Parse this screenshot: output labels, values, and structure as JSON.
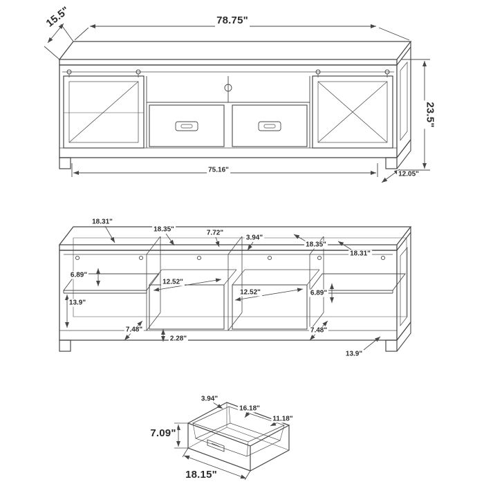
{
  "console_overview": {
    "overall_width": "78.75\"",
    "overall_depth": "15.5\"",
    "overall_height": "23.5\"",
    "base_width": "75.16\"",
    "base_depth": "12.05\""
  },
  "console_interior": {
    "top_dims": [
      "18.31\"",
      "18.35\"",
      "7.72\"",
      "3.94\"",
      "18.35\"",
      "18.31\""
    ],
    "left_shelf_gap": "6.89\"",
    "left_drawer_width": "12.52\"",
    "right_drawer_width": "12.52\"",
    "right_shelf_gap": "6.89\"",
    "left_compartment_height": "13.9\"",
    "left_shelf_depth": "7.48\"",
    "base_rail_height": "2.28\"",
    "right_shelf_depth": "7.48\"",
    "right_compartment_height": "13.9\""
  },
  "drawer_detail": {
    "back_height": "3.94\"",
    "interior_width": "16.18\"",
    "interior_depth": "11.18\"",
    "height": "7.09\"",
    "width": "18.15\""
  }
}
